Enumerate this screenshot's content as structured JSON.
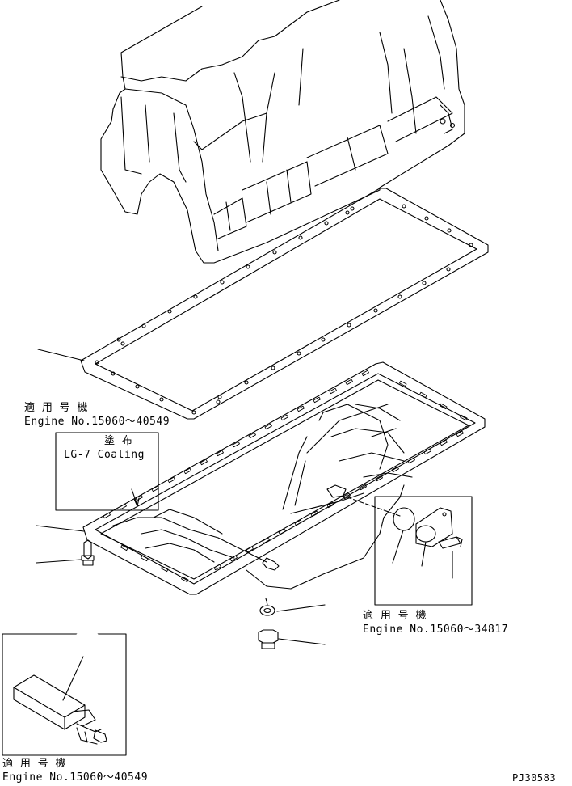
{
  "labels": {
    "applicable_1": "適 用 号 機",
    "engine_1": "Engine No.15060～40549",
    "coating_title": "塗 布",
    "coating_name": "LG-7 Coaling",
    "applicable_2": "適 用 号 機",
    "engine_2": "Engine No.15060～34817",
    "applicable_3": "適 用 号 機",
    "engine_3": "Engine No.15060～40549",
    "drawing_id": "PJ30583"
  }
}
